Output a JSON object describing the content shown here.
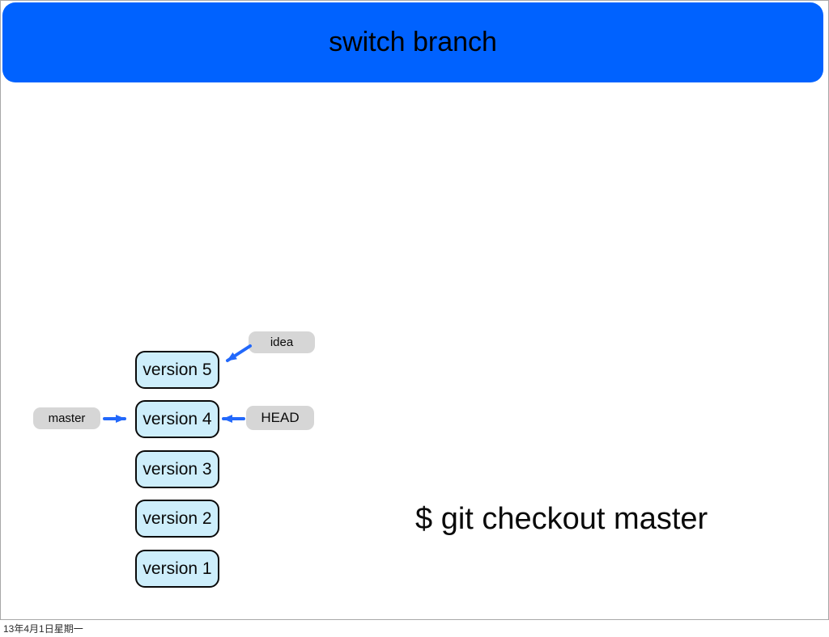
{
  "slide": {
    "title": "switch branch",
    "command": "$ git checkout master",
    "footer_date": "13年4月1日星期一"
  },
  "diagram": {
    "commits": [
      {
        "label": "version 5"
      },
      {
        "label": "version 4"
      },
      {
        "label": "version 3"
      },
      {
        "label": "version 2"
      },
      {
        "label": "version 1"
      }
    ],
    "refs": [
      {
        "label": "idea",
        "points_to": "version 5"
      },
      {
        "label": "master",
        "points_to": "version 4"
      },
      {
        "label": "HEAD",
        "points_to": "version 4"
      }
    ]
  },
  "colors": {
    "header_blue": "#0062ff",
    "commit_fill": "#cdeefb",
    "commit_border": "#0a0a0a",
    "ref_fill": "#d6d6d6",
    "arrow_blue": "#2268fb",
    "frame_gray": "#a8a8a8"
  }
}
